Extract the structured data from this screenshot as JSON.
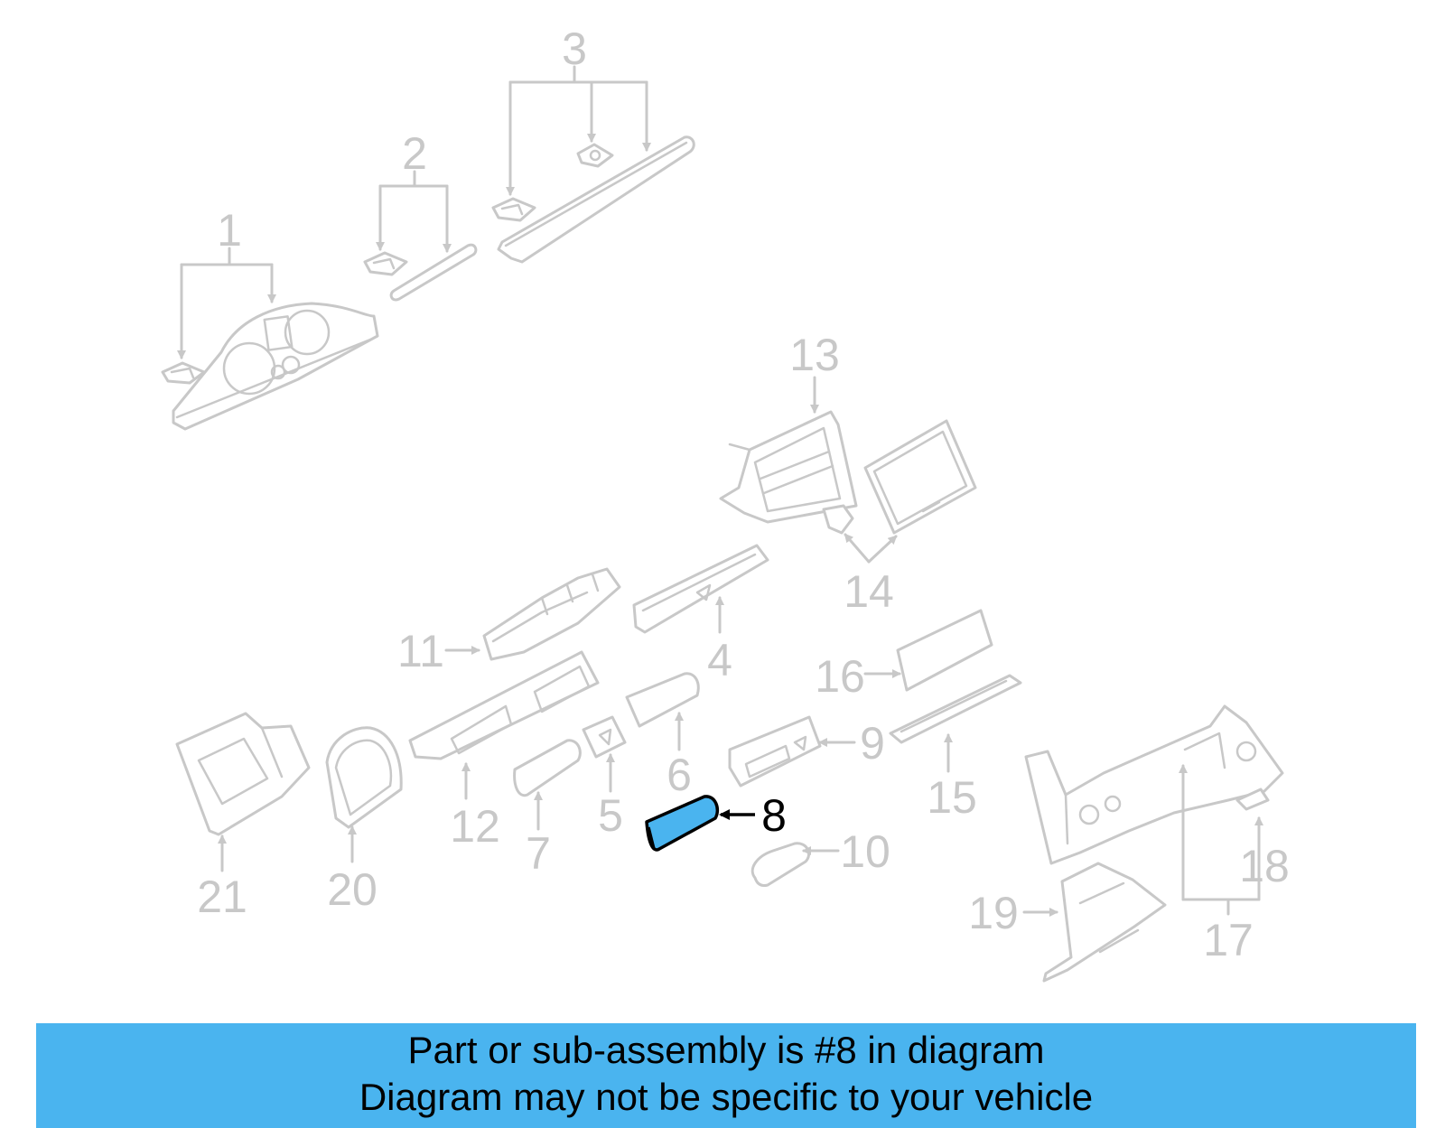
{
  "diagram": {
    "highlighted_part": "8",
    "callouts": [
      "1",
      "2",
      "3",
      "4",
      "5",
      "6",
      "7",
      "8",
      "9",
      "10",
      "11",
      "12",
      "13",
      "14",
      "15",
      "16",
      "17",
      "18",
      "19",
      "20",
      "21"
    ],
    "colors": {
      "part_line": "#c8c8c8",
      "highlight_fill": "#4ab4ef",
      "highlight_line": "#000000",
      "banner_bg": "#4ab4ef"
    }
  },
  "banner": {
    "line1": "Part or sub-assembly is #8 in diagram",
    "line2": "Diagram may not be specific to your vehicle"
  }
}
